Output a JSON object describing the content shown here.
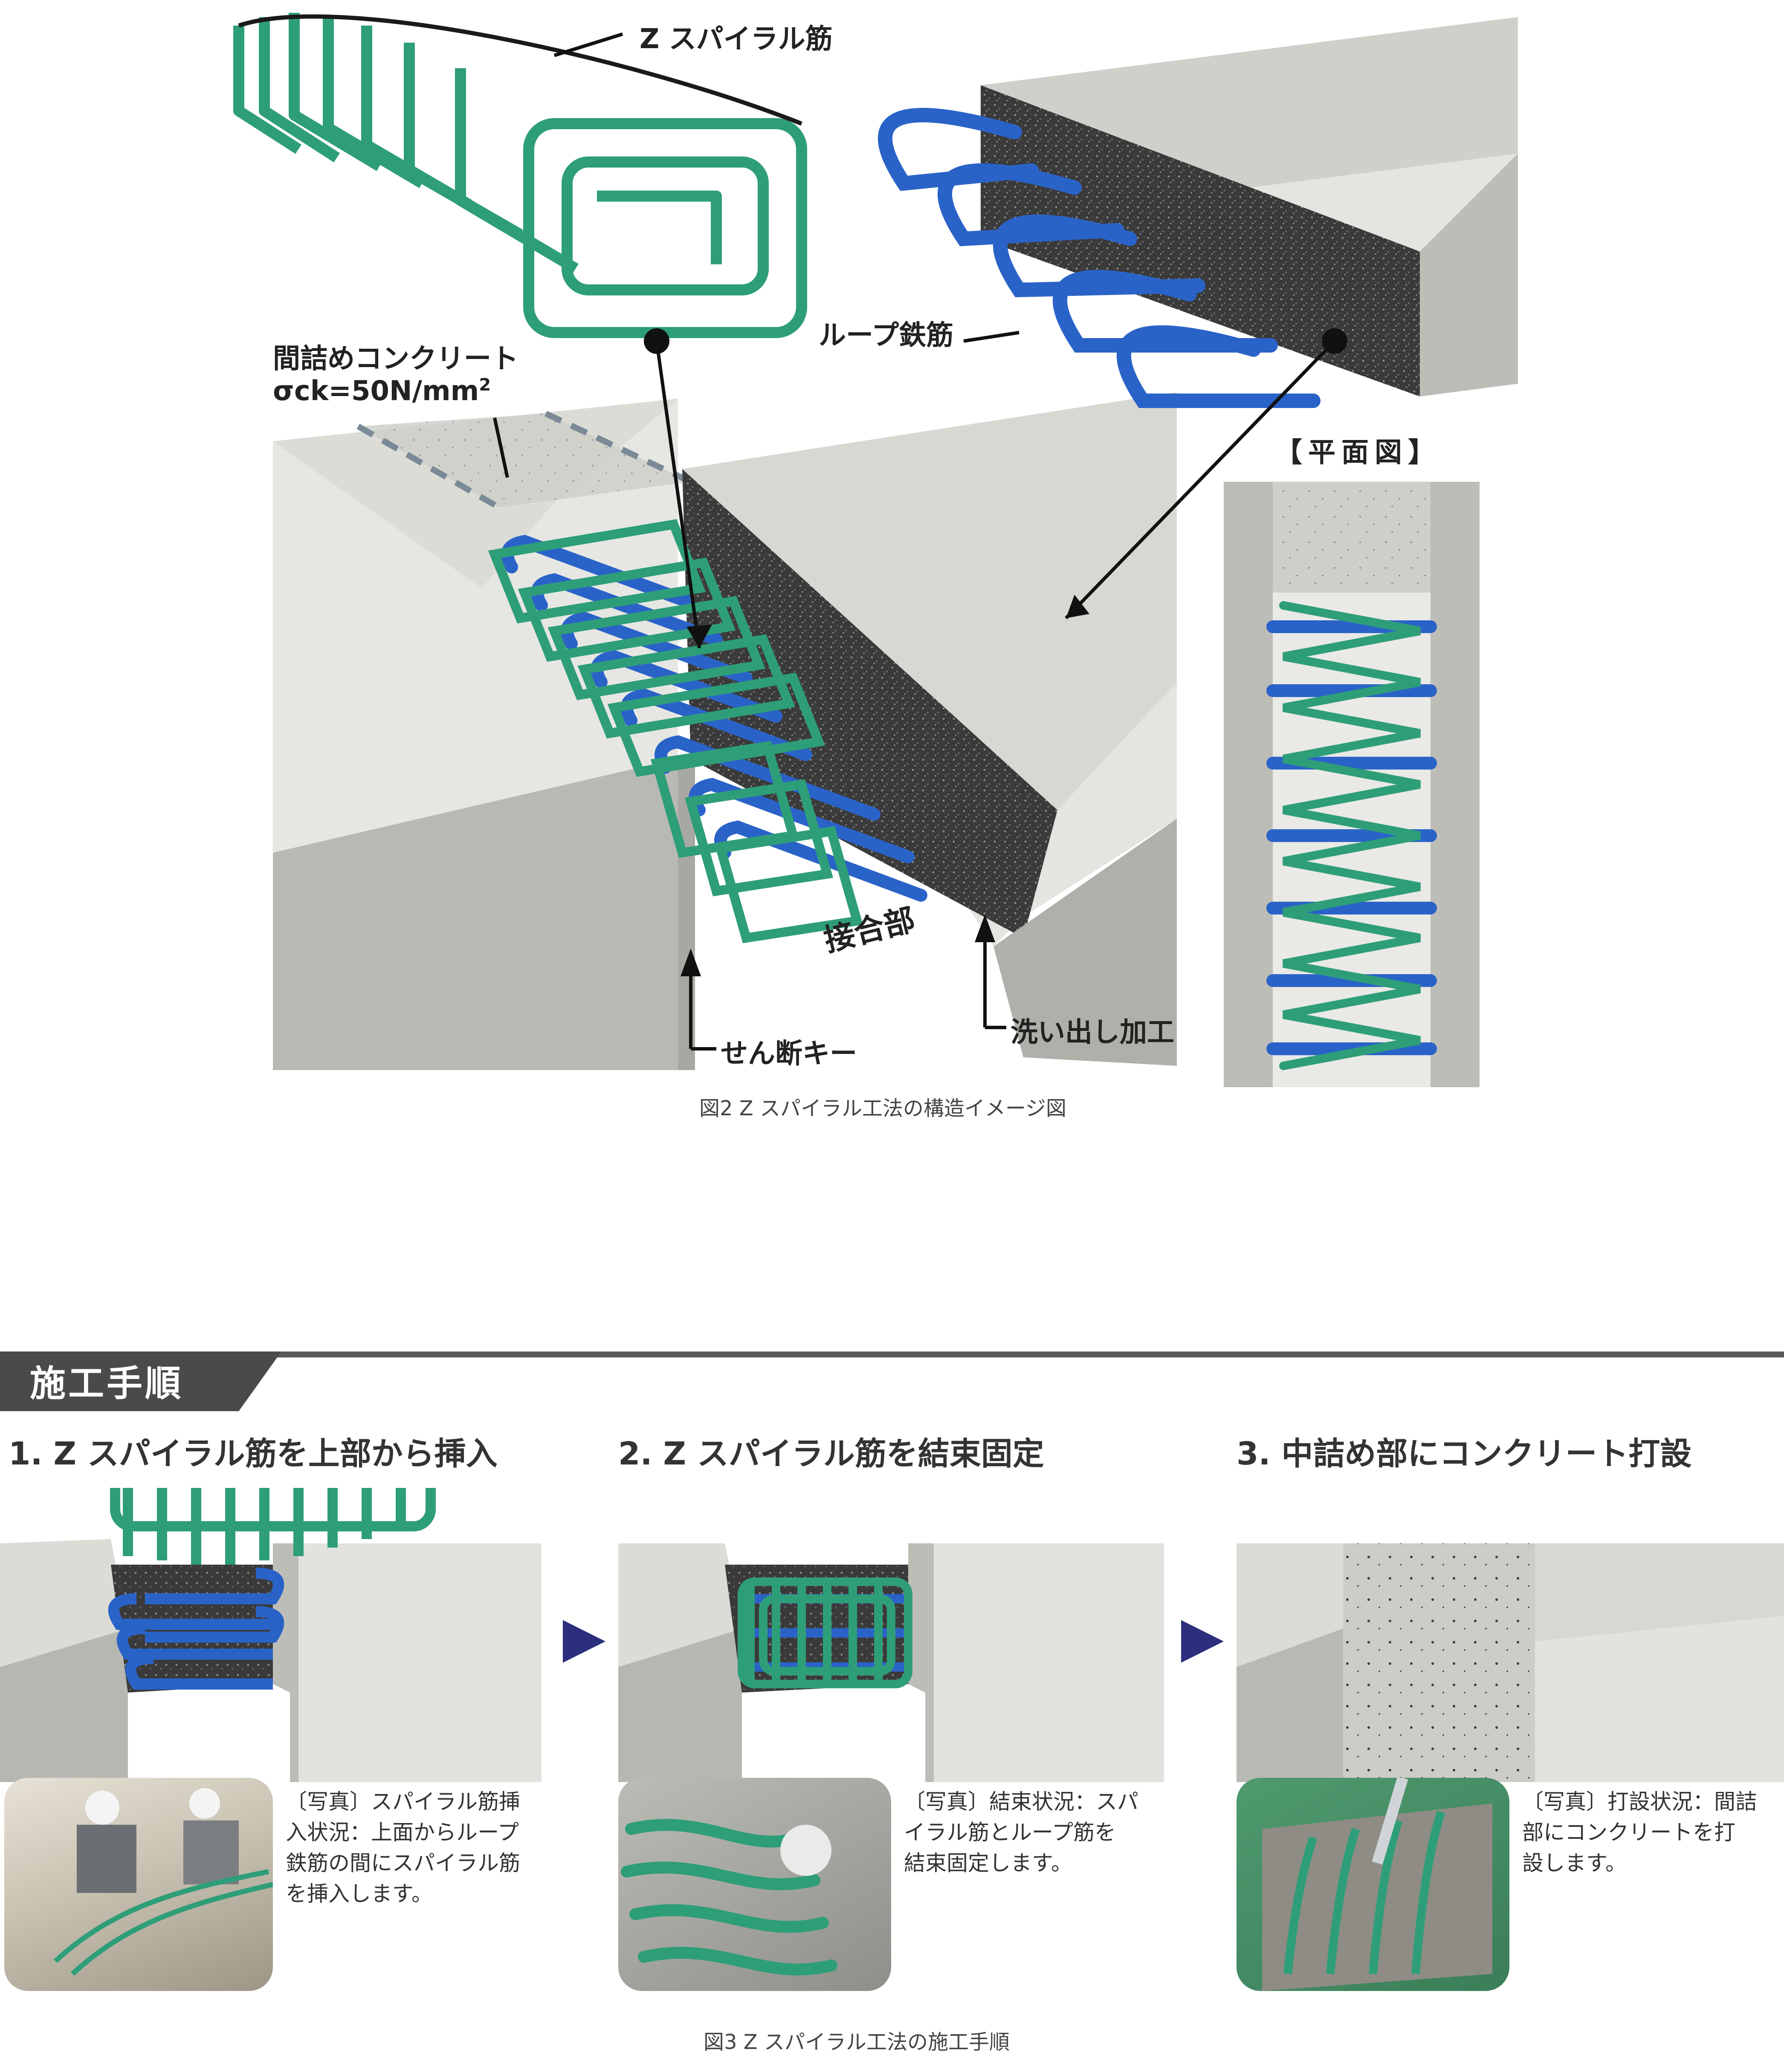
{
  "diagram": {
    "labels": {
      "z_spiral": "Z スパイラル筋",
      "loop_rebar": "ループ鉄筋",
      "filler_concrete": "間詰めコンクリート",
      "sigma_ck": "σck=50N/mm",
      "sigma_sup": "2",
      "plan_view": "【平面図】",
      "joint": "接合部",
      "shear_key": "せん断キー",
      "washout": "洗い出し加工"
    },
    "caption": "図2 Z スパイラル工法の構造イメージ図"
  },
  "procedure": {
    "header": "施工手順",
    "steps": [
      {
        "title": "1. Z スパイラル筋を上部から挿入",
        "photo_caption": [
          "〔写真〕スパイラル筋挿",
          "入状況：上面からループ",
          "鉄筋の間にスパイラル筋",
          "を挿入します。"
        ]
      },
      {
        "title": "2. Z スパイラル筋を結束固定",
        "photo_caption": [
          "〔写真〕結束状況：スパ",
          "イラル筋とループ筋を",
          "結束固定します。"
        ]
      },
      {
        "title": "3. 中詰め部にコンクリート打設",
        "photo_caption": [
          "〔写真〕打設状況：間詰",
          "部にコンクリートを打",
          "設します。"
        ]
      }
    ],
    "caption": "図3 Z スパイラル工法の施工手順"
  },
  "colors": {
    "spiral_green": "#2e9e78",
    "loop_blue": "#2a63c8",
    "slab_gray": "#d6d6d2",
    "header_bg": "#4a4a4a",
    "arrow_navy": "#2b2f7e"
  }
}
